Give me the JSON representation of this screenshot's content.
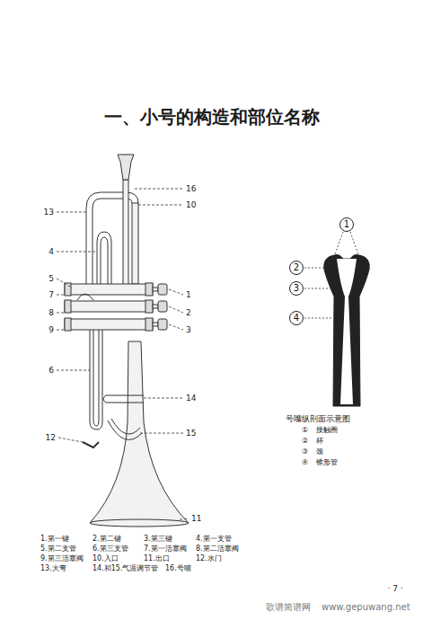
{
  "diagram": {
    "title": "一、小号的构造和部位名称",
    "nodes": [
      {
        "text": [
          "1"
        ]
      },
      {
        "text": [
          "2"
        ]
      },
      {
        "text": [
          "3"
        ]
      },
      {
        "text": [
          "4"
        ]
      }
    ],
    "labels": [
      "16",
      "10",
      "13",
      "4",
      "5",
      "7",
      "1",
      "8",
      "2",
      "9",
      "3",
      "6",
      "14",
      "12",
      "15",
      "11",
      "号嘴纵剖面示意图",
      "①",
      "接触圈",
      "②",
      "杯",
      "③",
      "颈",
      "④",
      "锥形管",
      "1.第一键",
      "2.第二键",
      "3.第三键",
      "4.第一支管",
      "5.第二支管",
      "6.第三支管",
      "7.第一活塞阀",
      "8.第二活塞阀",
      "9.第三活塞阀",
      "10.入口",
      "11.出口",
      "12.水门",
      "13.大弯",
      "14.和15.气温调节管",
      "16.号嘴",
      "· 7 ·",
      "歌谱简谱网",
      "www.gepuwang.net"
    ]
  }
}
